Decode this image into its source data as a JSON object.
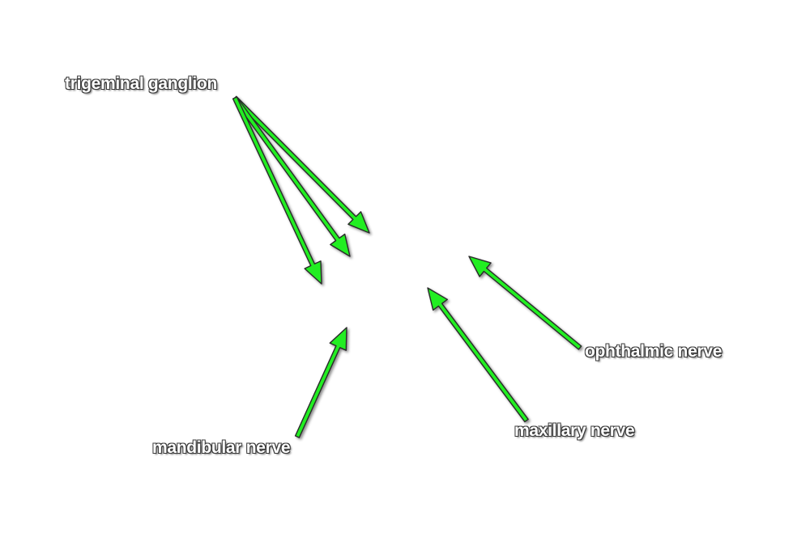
{
  "labels": {
    "trigeminal_ganglion": "trigeminal ganglion",
    "ophthalmic_nerve": "ophthalmic nerve",
    "maxillary_nerve": "maxillary nerve",
    "mandibular_nerve": "mandibular nerve"
  },
  "colors": {
    "background": "#ffffff",
    "arrow_fill": "#22ee22",
    "arrow_outline": "#2b2b2b",
    "label_text": "#ffffff",
    "label_outline": "#3a3a3a"
  }
}
